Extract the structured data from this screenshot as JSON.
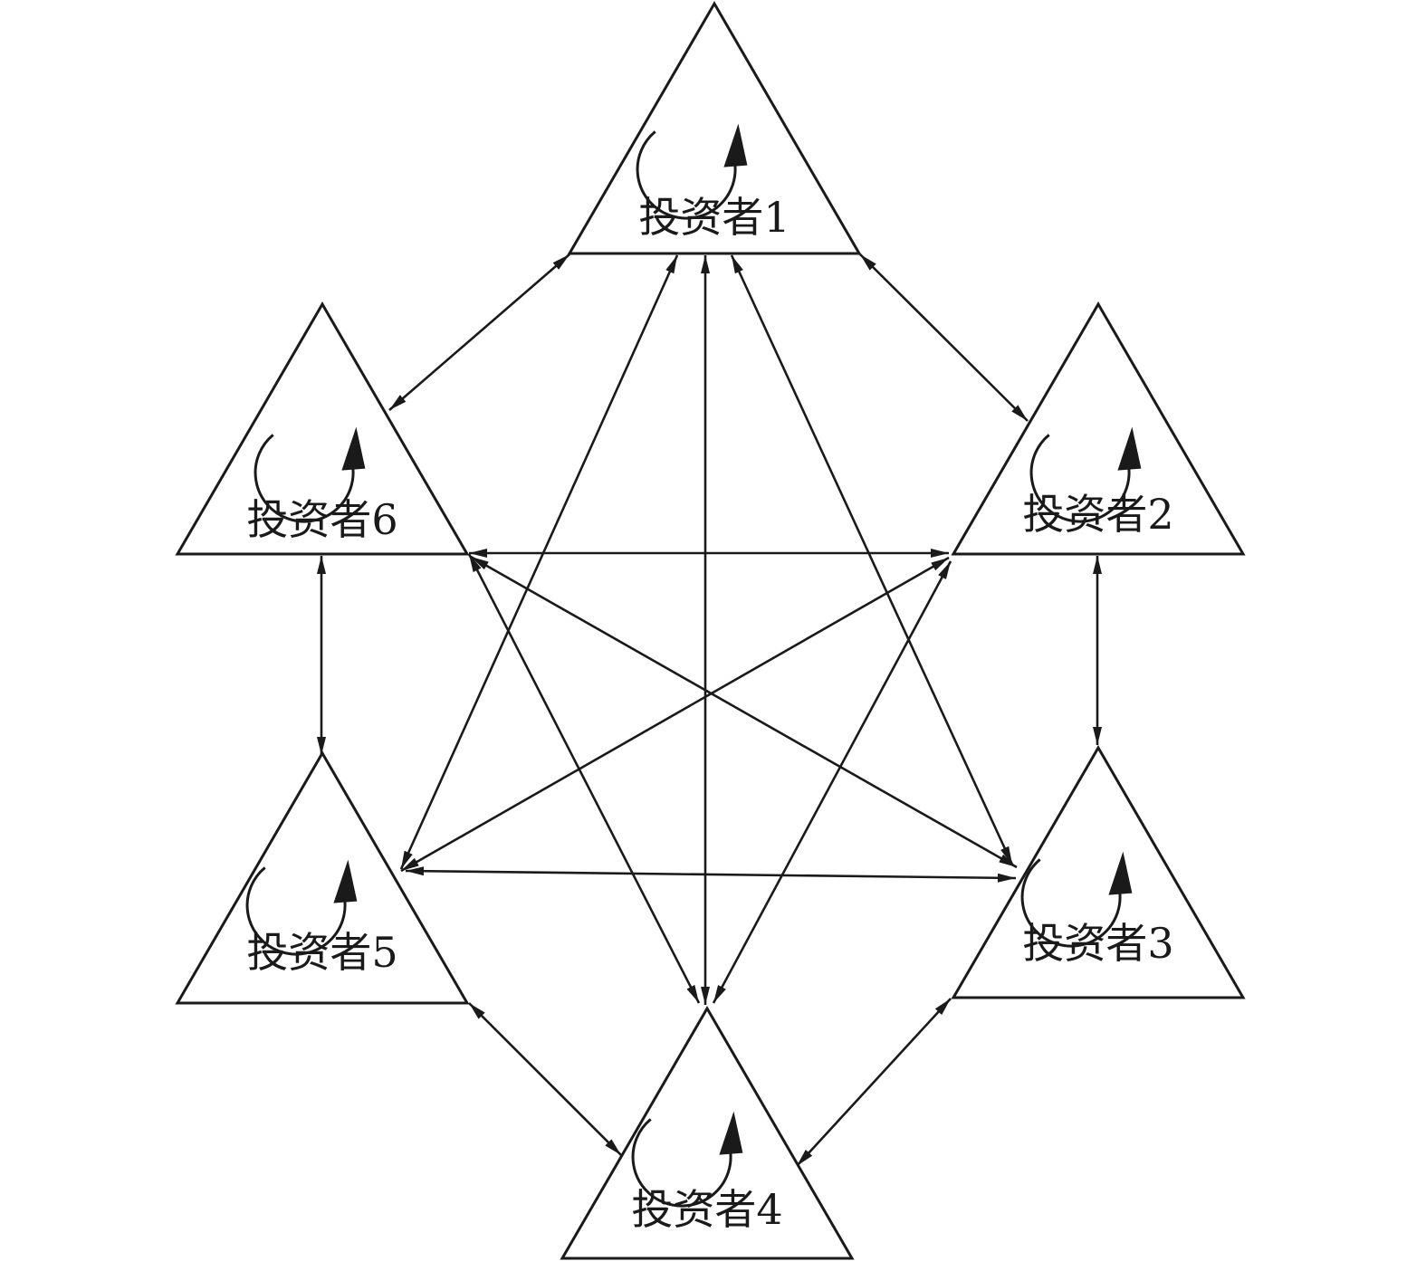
{
  "nodes": [
    {
      "id": "n1",
      "label": "投资者1"
    },
    {
      "id": "n2",
      "label": "投资者2"
    },
    {
      "id": "n3",
      "label": "投资者3"
    },
    {
      "id": "n4",
      "label": "投资者4"
    },
    {
      "id": "n5",
      "label": "投资者5"
    },
    {
      "id": "n6",
      "label": "投资者6"
    }
  ],
  "edges": [
    {
      "from": "n1",
      "to": "n6",
      "directed": "both"
    },
    {
      "from": "n1",
      "to": "n2",
      "directed": "both"
    },
    {
      "from": "n1",
      "to": "n5",
      "directed": "both"
    },
    {
      "from": "n1",
      "to": "n4",
      "directed": "both"
    },
    {
      "from": "n1",
      "to": "n3",
      "directed": "both"
    },
    {
      "from": "n6",
      "to": "n2",
      "directed": "both"
    },
    {
      "from": "n6",
      "to": "n5",
      "directed": "both"
    },
    {
      "from": "n6",
      "to": "n3",
      "directed": "both"
    },
    {
      "from": "n6",
      "to": "n4",
      "directed": "both"
    },
    {
      "from": "n2",
      "to": "n3",
      "directed": "both"
    },
    {
      "from": "n2",
      "to": "n5",
      "directed": "both"
    },
    {
      "from": "n2",
      "to": "n4",
      "directed": "both"
    },
    {
      "from": "n5",
      "to": "n3",
      "directed": "both"
    },
    {
      "from": "n5",
      "to": "n4",
      "directed": "both"
    },
    {
      "from": "n3",
      "to": "n4",
      "directed": "both"
    }
  ],
  "self_loops": [
    "n1",
    "n2",
    "n3",
    "n4",
    "n5",
    "n6"
  ]
}
